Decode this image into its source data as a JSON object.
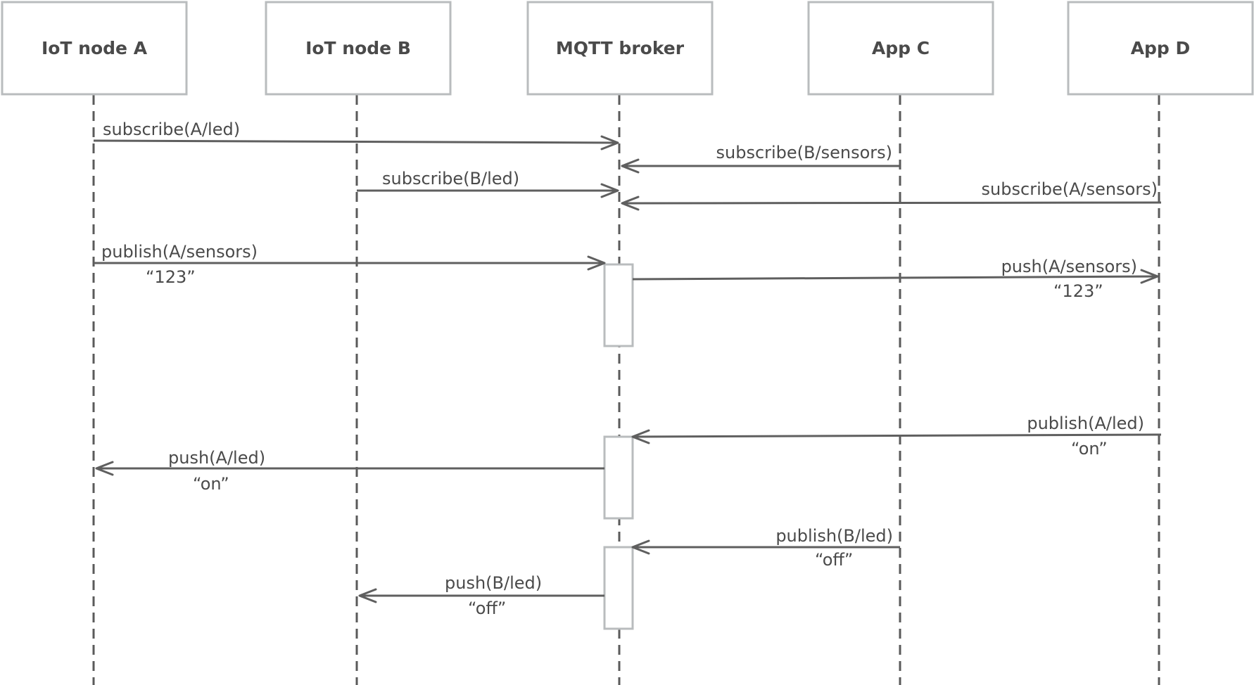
{
  "participants": [
    {
      "id": "node-a",
      "label": "IoT node A"
    },
    {
      "id": "node-b",
      "label": "IoT node B"
    },
    {
      "id": "broker",
      "label": "MQTT broker"
    },
    {
      "id": "app-c",
      "label": "App C"
    },
    {
      "id": "app-d",
      "label": "App D"
    }
  ],
  "messages": [
    {
      "id": "m1",
      "label": "subscribe(A/led)",
      "payload": ""
    },
    {
      "id": "m2",
      "label": "subscribe(B/sensors)",
      "payload": ""
    },
    {
      "id": "m3",
      "label": "subscribe(B/led)",
      "payload": ""
    },
    {
      "id": "m4",
      "label": "subscribe(A/sensors)",
      "payload": ""
    },
    {
      "id": "m5",
      "label": "publish(A/sensors)",
      "payload": "“123”"
    },
    {
      "id": "m6",
      "label": "push(A/sensors)",
      "payload": "“123”"
    },
    {
      "id": "m7",
      "label": "publish(A/led)",
      "payload": "“on”"
    },
    {
      "id": "m8",
      "label": "push(A/led)",
      "payload": "“on”"
    },
    {
      "id": "m9",
      "label": "publish(B/led)",
      "payload": "“off”"
    },
    {
      "id": "m10",
      "label": "push(B/led)",
      "payload": "“off”"
    }
  ],
  "colors": {
    "line": "#5f5f5f",
    "box_border": "#b9bcbe",
    "text": "#4a4a4a"
  }
}
